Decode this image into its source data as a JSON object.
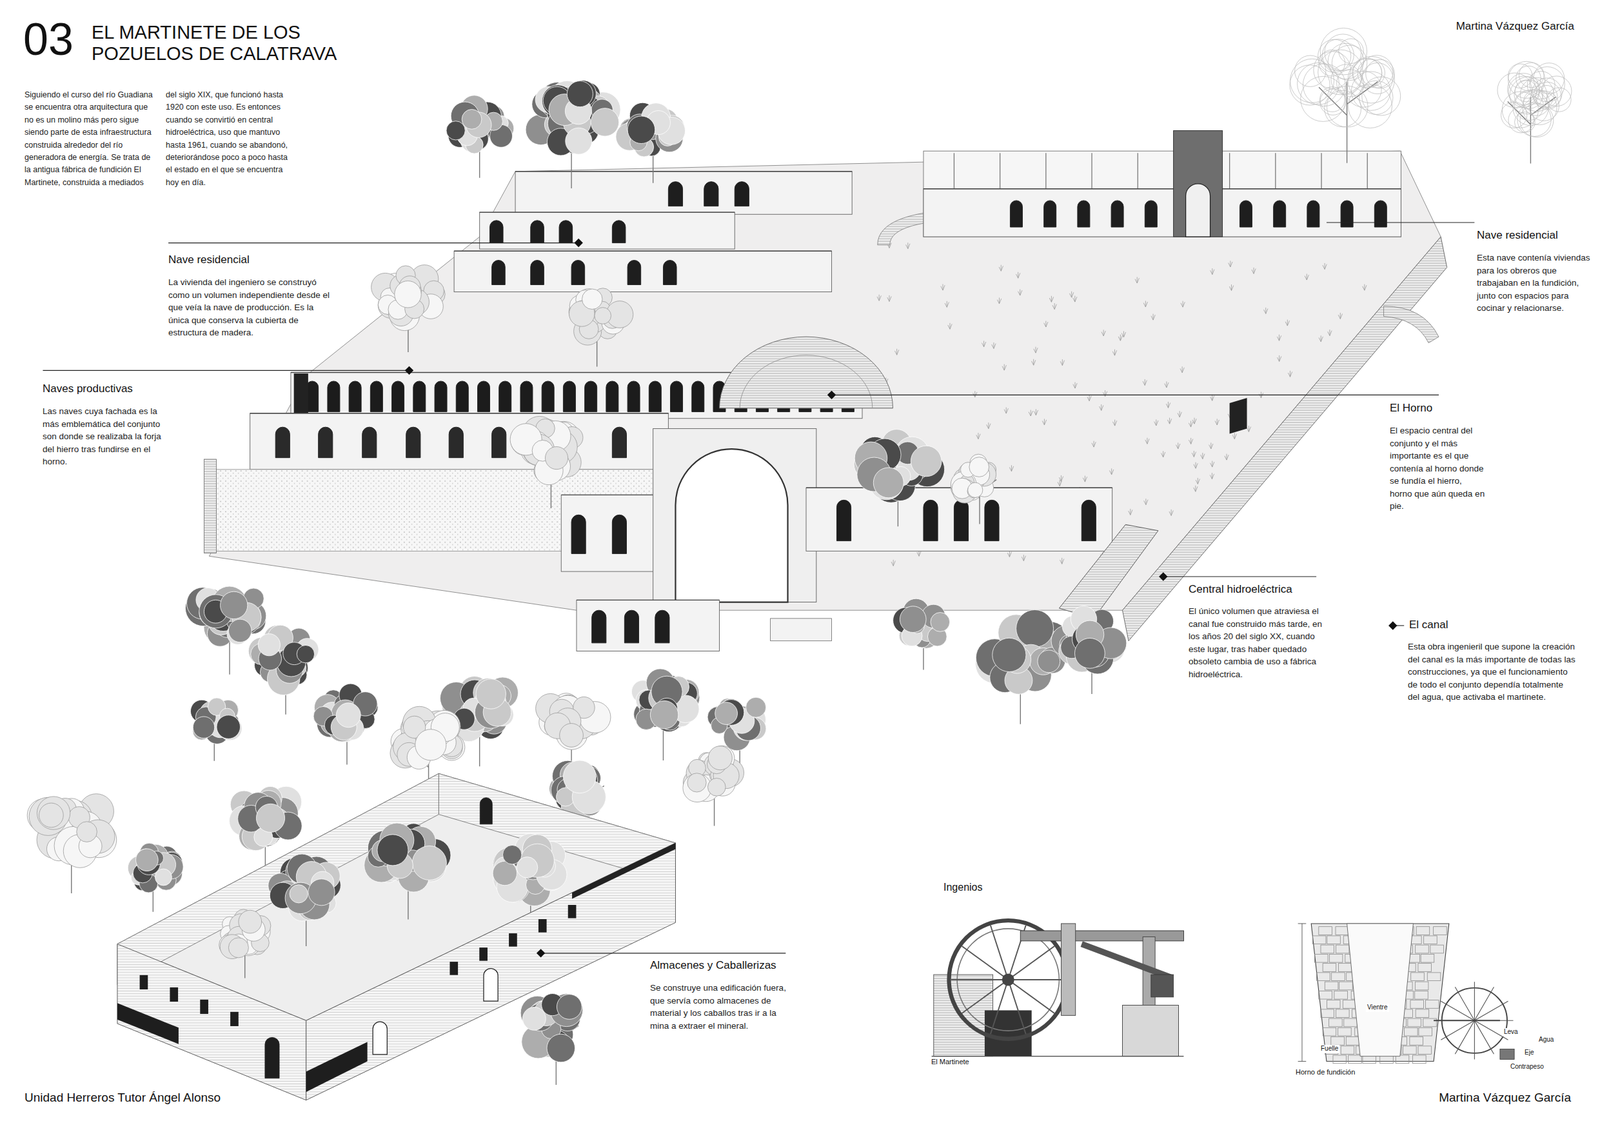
{
  "diagram": {
    "title": "EL MARTINETE DE LOS POZUELOS DE CALATRAVA",
    "labels": [
      "03",
      "Martina Vázquez García",
      "Siguiendo el curso del río Guadiana se encuentra otra arquitectura que no es un molino más pero sigue siendo parte de esta infraestructura construida alrededor del río generadora de energía. Se trata de la antigua fábrica de fundición El Martinete, construida a mediados del siglo XIX, que funcionó hasta 1920 con este uso. Es entonces cuando se convirtió en central hidroeléctrica, uso que mantuvo hasta 1961, cuando se abandonó, deteriorándose poco a poco hasta el estado en el que se encuentra hoy en día.",
      "Nave residencial",
      "La vivienda del ingeniero se construyó como un volumen independiente desde el que veía la nave de producción. Es la única que conserva la cubierta de estructura de madera.",
      "Naves productivas",
      "Las naves cuya fachada es la más emblemática del conjunto son donde se realizaba la forja del hierro tras fundirse en el horno.",
      "Nave residencial",
      "Esta nave contenía viviendas para los obreros que trabajaban en la fundición, junto con espacios para cocinar y relacionarse.",
      "El Horno",
      "El espacio central del conjunto y el más importante es el que contenía al horno donde se fundía el hierro, horno que aún queda en pie.",
      "Central hidroeléctrica",
      "El único volumen que atraviesa el canal fue construido más tarde, en los años 20 del siglo XX, cuando este lugar, tras haber quedado obsoleto cambia de uso a fábrica hidroeléctrica.",
      "El canal",
      "Esta obra ingenieril que supone la creación del canal es la más importante de todas las construcciones, ya que el funcionamiento de todo el conjunto dependía totalmente del agua, que activaba el martinete.",
      "Almacenes y Caballerizas",
      "Se construye una edificación fuera, que servía como almacenes de material y los caballos tras ir a la mina a extraer el mineral.",
      "Ingenios",
      "El Martinete",
      "Horno de fundición",
      "Leva",
      "Agua",
      "Eje",
      "Vientre",
      "Fuelle",
      "Contrapeso",
      "Unidad Herreros Tutor Ángel Alonso",
      "Martina Vázquez García"
    ]
  }
}
